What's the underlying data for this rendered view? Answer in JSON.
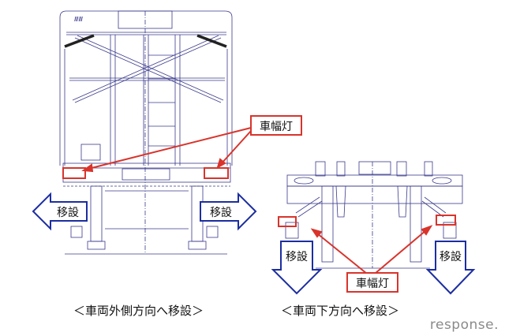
{
  "colors": {
    "line": "#3a3a8c",
    "red": "#d8342c",
    "blue": "#1c2ea0",
    "watermark": "#8a8a8a"
  },
  "left_view": {
    "callout_label": "車幅灯",
    "arrow_left_label": "移設",
    "arrow_right_label": "移設",
    "caption": "＜車両外側方向へ移設＞"
  },
  "right_view": {
    "callout_label": "車幅灯",
    "arrow_left_label": "移設",
    "arrow_right_label": "移設",
    "caption": "＜車両下方向へ移設＞"
  },
  "watermark": "response."
}
